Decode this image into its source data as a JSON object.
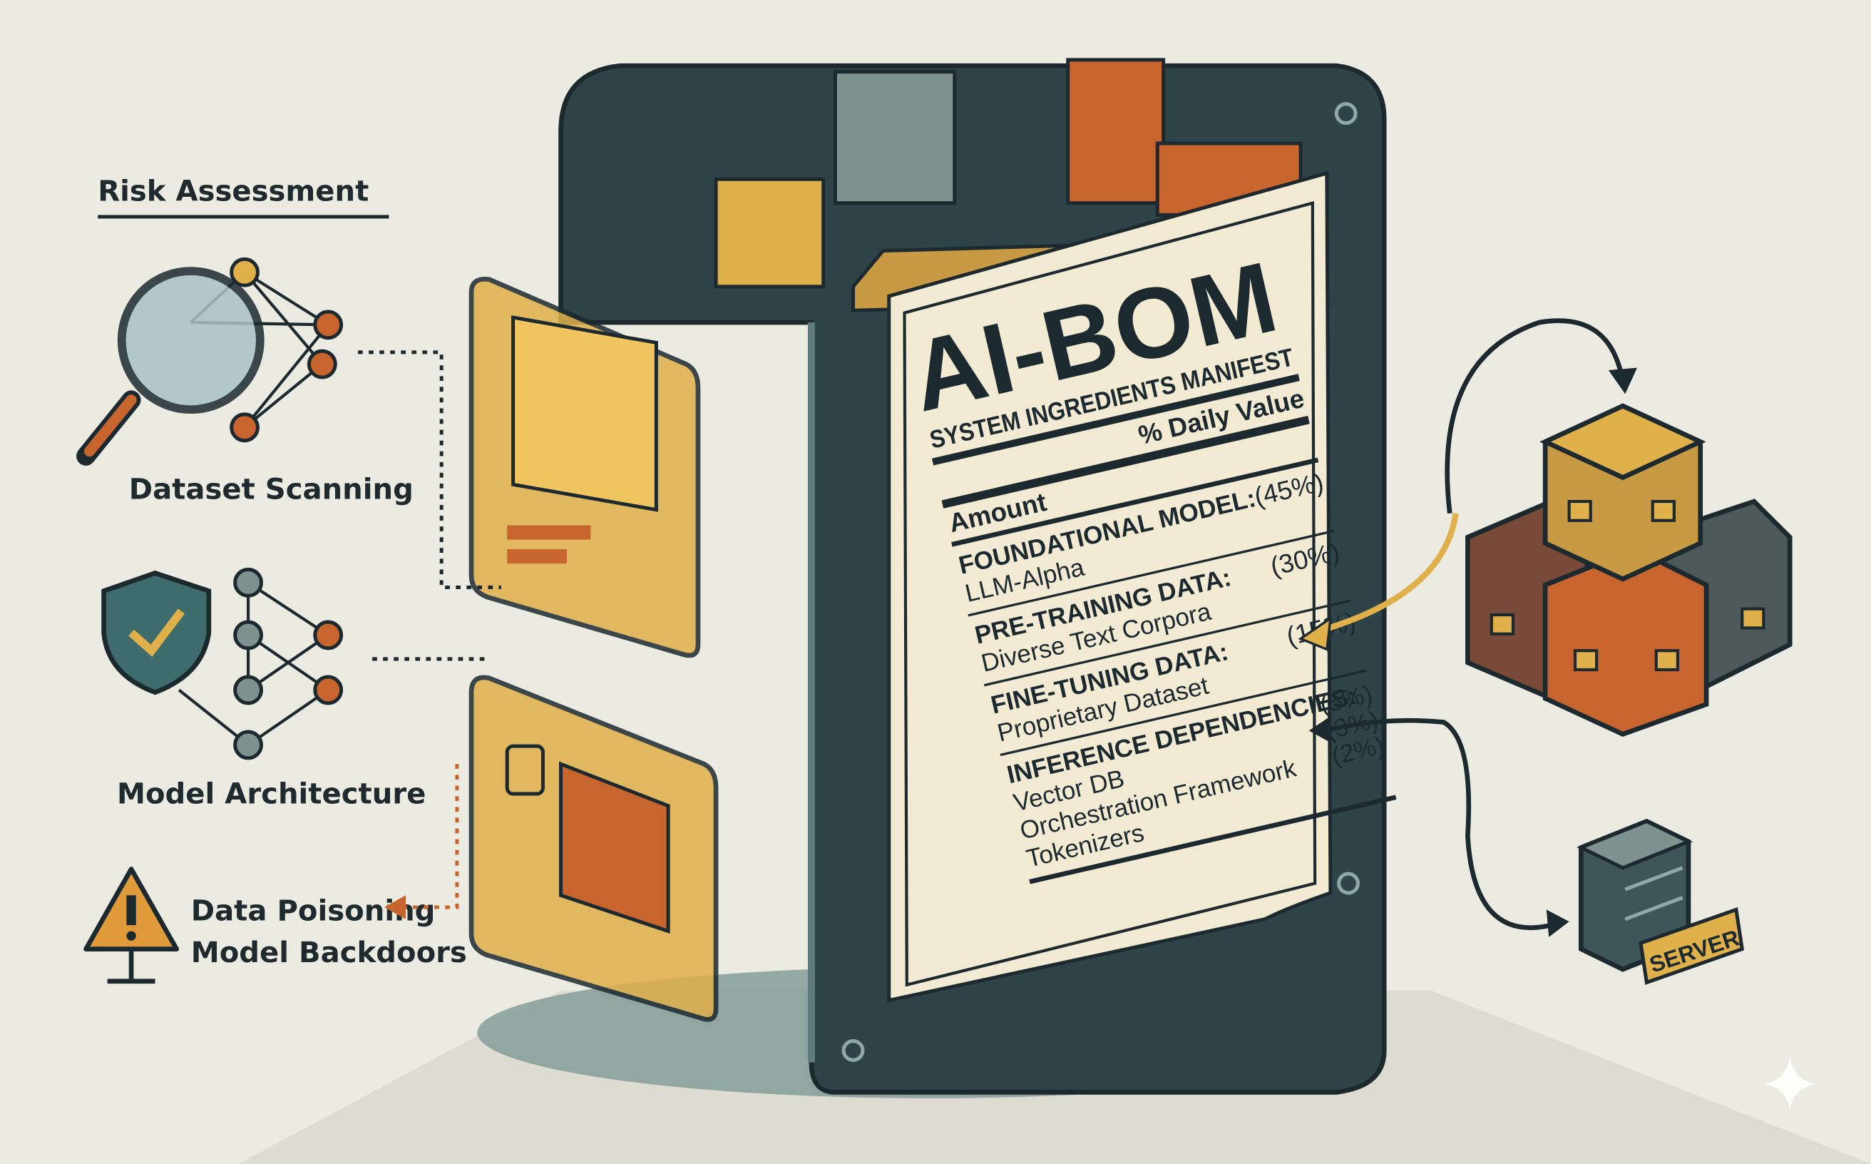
{
  "left_panel": {
    "heading": "Risk Assessment",
    "items": [
      {
        "label": "Dataset Scanning",
        "icon": "magnifier-network-icon"
      },
      {
        "label": "Model Architecture",
        "icon": "shield-network-icon"
      }
    ],
    "warning": {
      "icon": "warning-triangle-icon",
      "lines": [
        "Data Poisoning",
        "Model Backdoors"
      ]
    }
  },
  "label": {
    "title": "AI-BOM",
    "subtitle": "SYSTEM INGREDIENTS MANIFEST",
    "column_right": "% Daily Value",
    "column_left": "Amount",
    "sections": [
      {
        "heading": "FOUNDATIONAL MODEL:",
        "value": "(45%)",
        "items": [
          {
            "name": "LLM-Alpha"
          }
        ]
      },
      {
        "heading": "PRE-TRAINING DATA:",
        "value": "(30%)",
        "items": [
          {
            "name": "Diverse Text Corpora"
          }
        ]
      },
      {
        "heading": "FINE-TUNING DATA:",
        "value": "(15%)",
        "items": [
          {
            "name": "Proprietary Dataset"
          }
        ]
      },
      {
        "heading": "INFERENCE DEPENDENCIES:",
        "value": "",
        "items": [
          {
            "name": "Vector DB",
            "value": "(5%)"
          },
          {
            "name": "Orchestration Framework",
            "value": "(3%)"
          },
          {
            "name": "Tokenizers",
            "value": "(2%)"
          }
        ]
      }
    ]
  },
  "right_panel": {
    "cubes_icon": "locked-cubes-icon",
    "server_label": "SERVER"
  },
  "colors": {
    "background": "#ecebe2",
    "case": "#2f4448",
    "accent_yellow": "#e0b04a",
    "accent_orange": "#c8642e",
    "paper": "#f3ead3",
    "ink": "#1c2a30"
  }
}
